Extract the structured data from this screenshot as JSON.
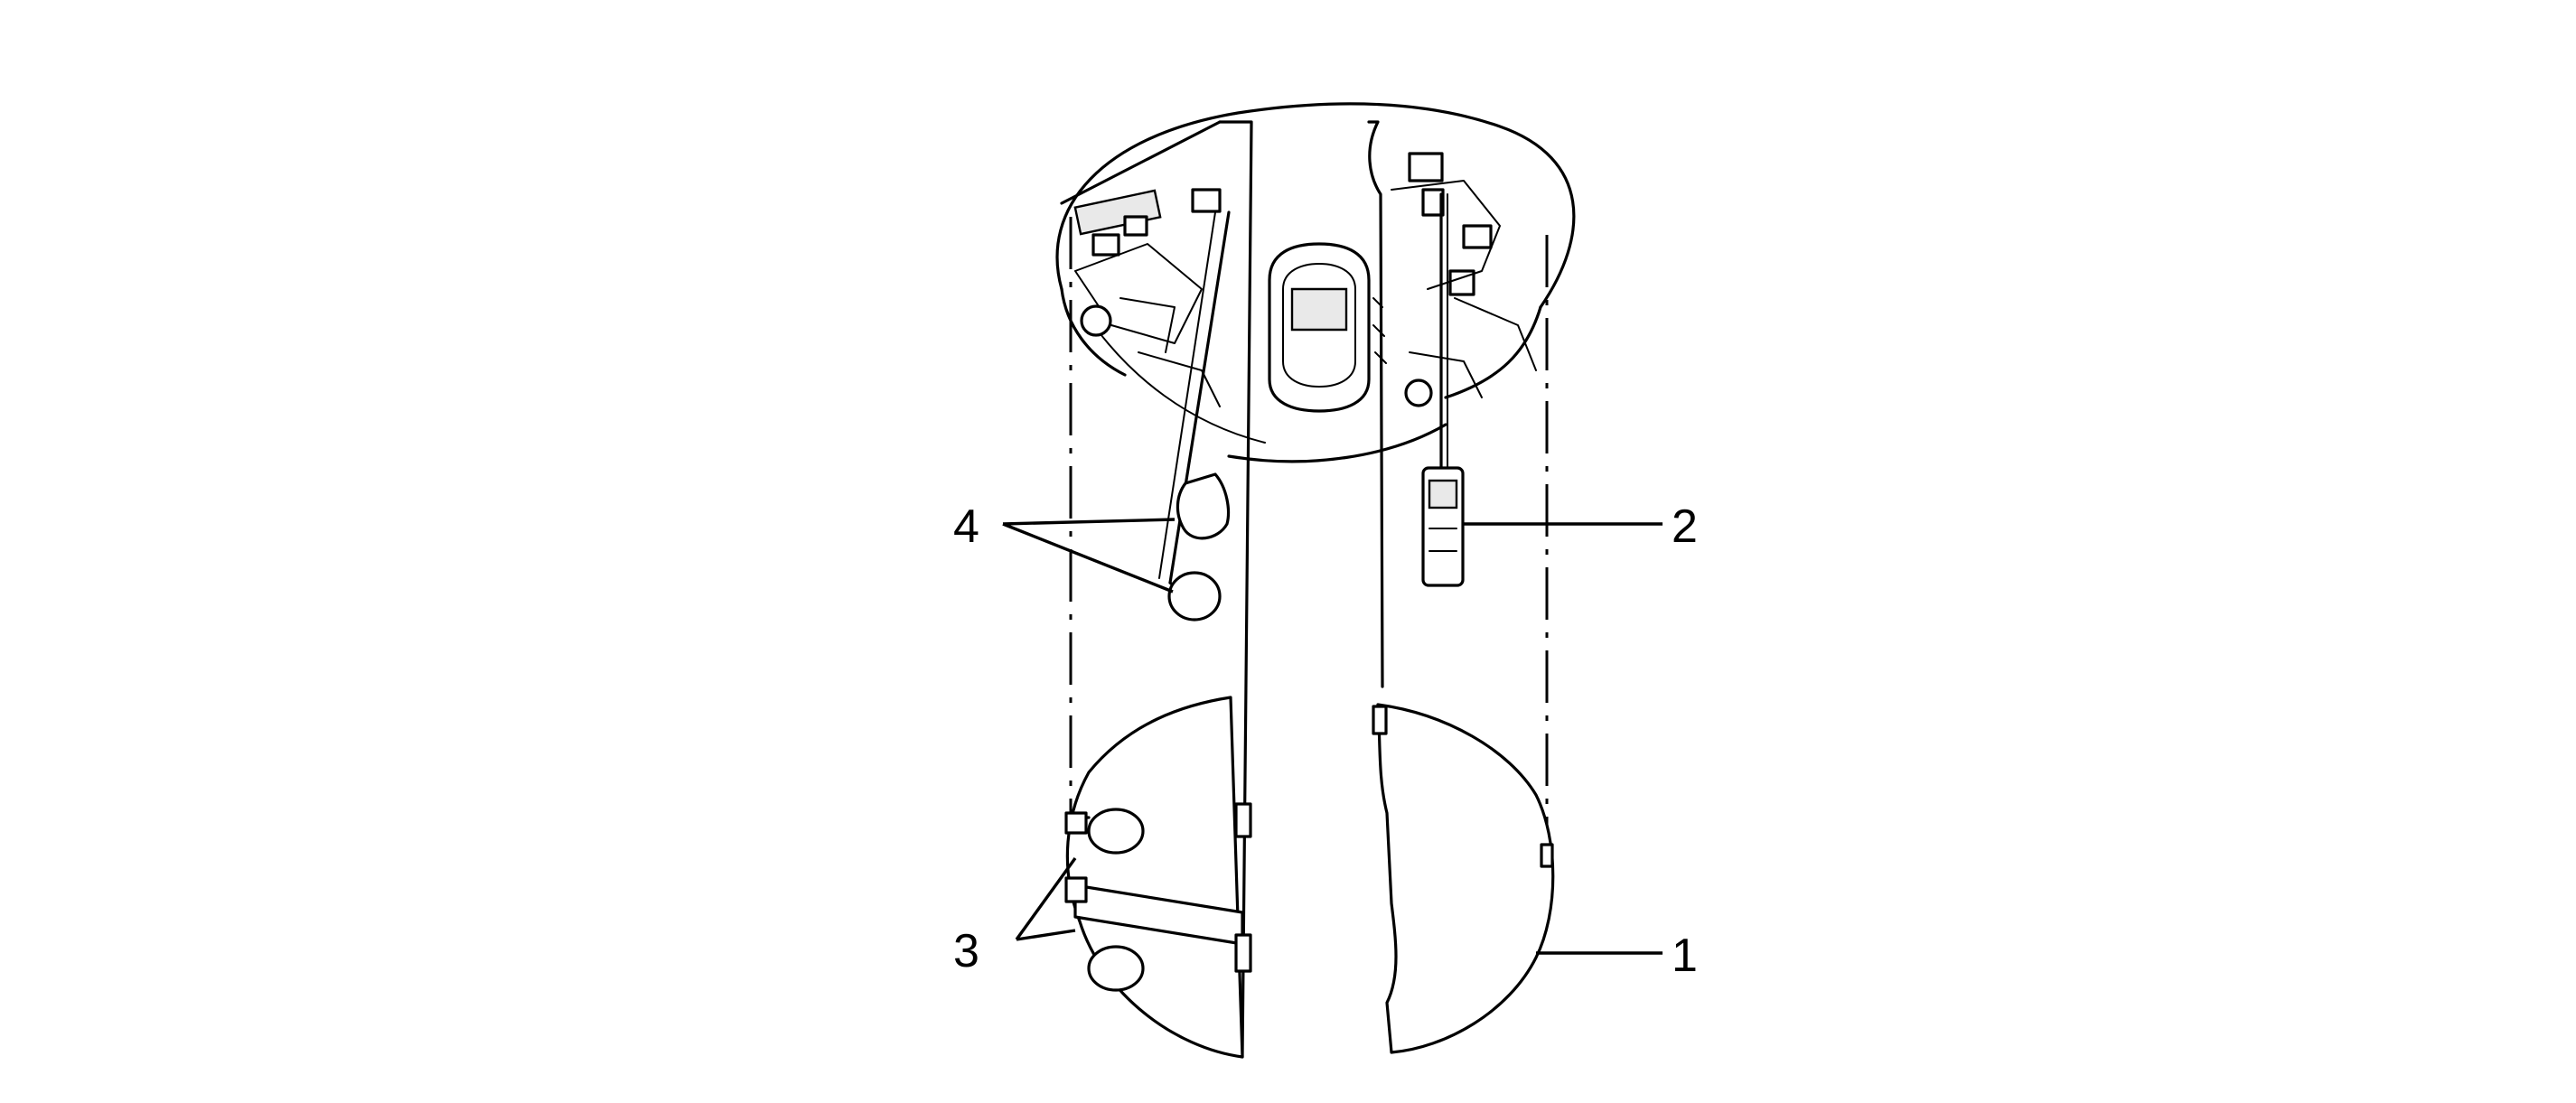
{
  "callouts": [
    {
      "id": "1",
      "label": "1"
    },
    {
      "id": "2",
      "label": "2"
    },
    {
      "id": "3",
      "label": "3"
    },
    {
      "id": "4",
      "label": "4"
    }
  ],
  "colors": {
    "line": "#000000",
    "background": "#ffffff",
    "shade": "#e9e9e9"
  }
}
